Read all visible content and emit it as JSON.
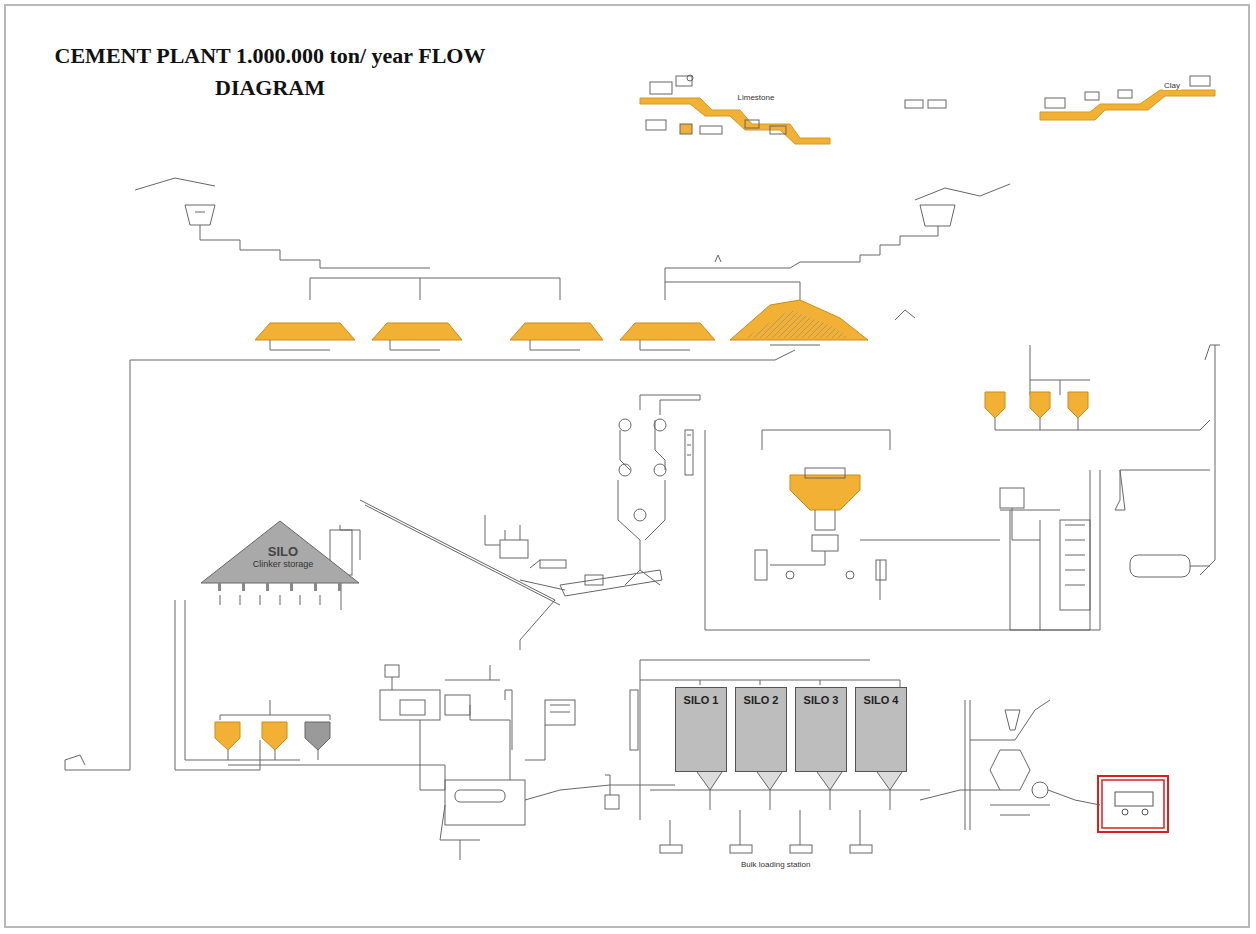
{
  "diagram": {
    "title": "CEMENT PLANT 1.000.000 ton/ year FLOW DIAGRAM",
    "nodes": [
      {
        "text": [
          "Limestone"
        ]
      },
      {
        "text": [
          "Clay"
        ]
      },
      {
        "text": [
          "SILO",
          "Clinker storage"
        ]
      },
      {
        "text": [
          "SILO 1"
        ]
      },
      {
        "text": [
          "SILO 2"
        ]
      },
      {
        "text": [
          "SILO 3"
        ]
      },
      {
        "text": [
          "SILO 4"
        ]
      }
    ],
    "labels": [
      "Bulk loading station"
    ]
  }
}
